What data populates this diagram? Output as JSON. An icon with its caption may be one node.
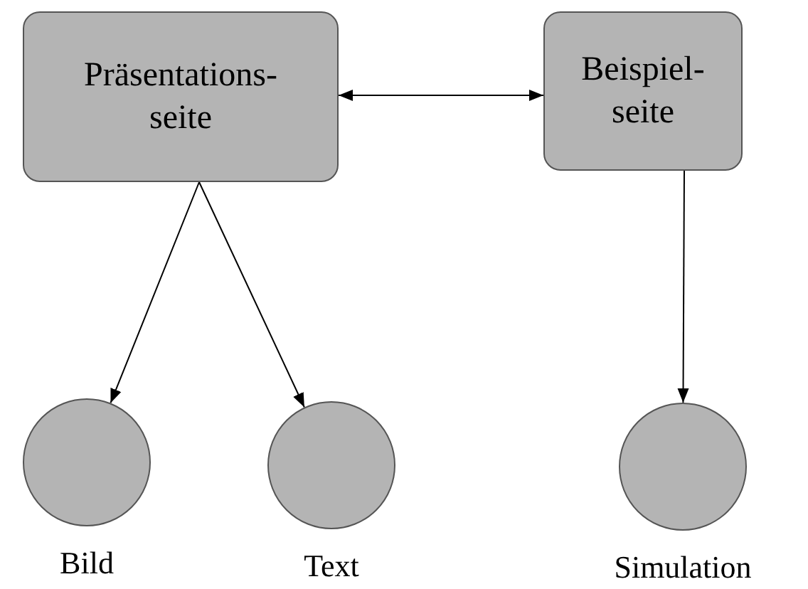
{
  "diagram": {
    "nodes": [
      {
        "text": [
          "Präsentations- seite"
        ]
      },
      {
        "text": [
          "Beispiel- seite"
        ]
      },
      {
        "text": [],
        "shape": "circle",
        "beside": [
          "Bild"
        ]
      },
      {
        "text": [],
        "shape": "circle",
        "beside": [
          "Text"
        ]
      },
      {
        "text": [],
        "shape": "circle",
        "beside": [
          "Simulation"
        ]
      }
    ],
    "edges": [
      {
        "from": 0,
        "to": 1,
        "arrow": "both"
      },
      {
        "from": 0,
        "to": 2,
        "arrow": "to"
      },
      {
        "from": 0,
        "to": 3,
        "arrow": "to"
      },
      {
        "from": 1,
        "to": 4,
        "arrow": "to"
      }
    ]
  }
}
